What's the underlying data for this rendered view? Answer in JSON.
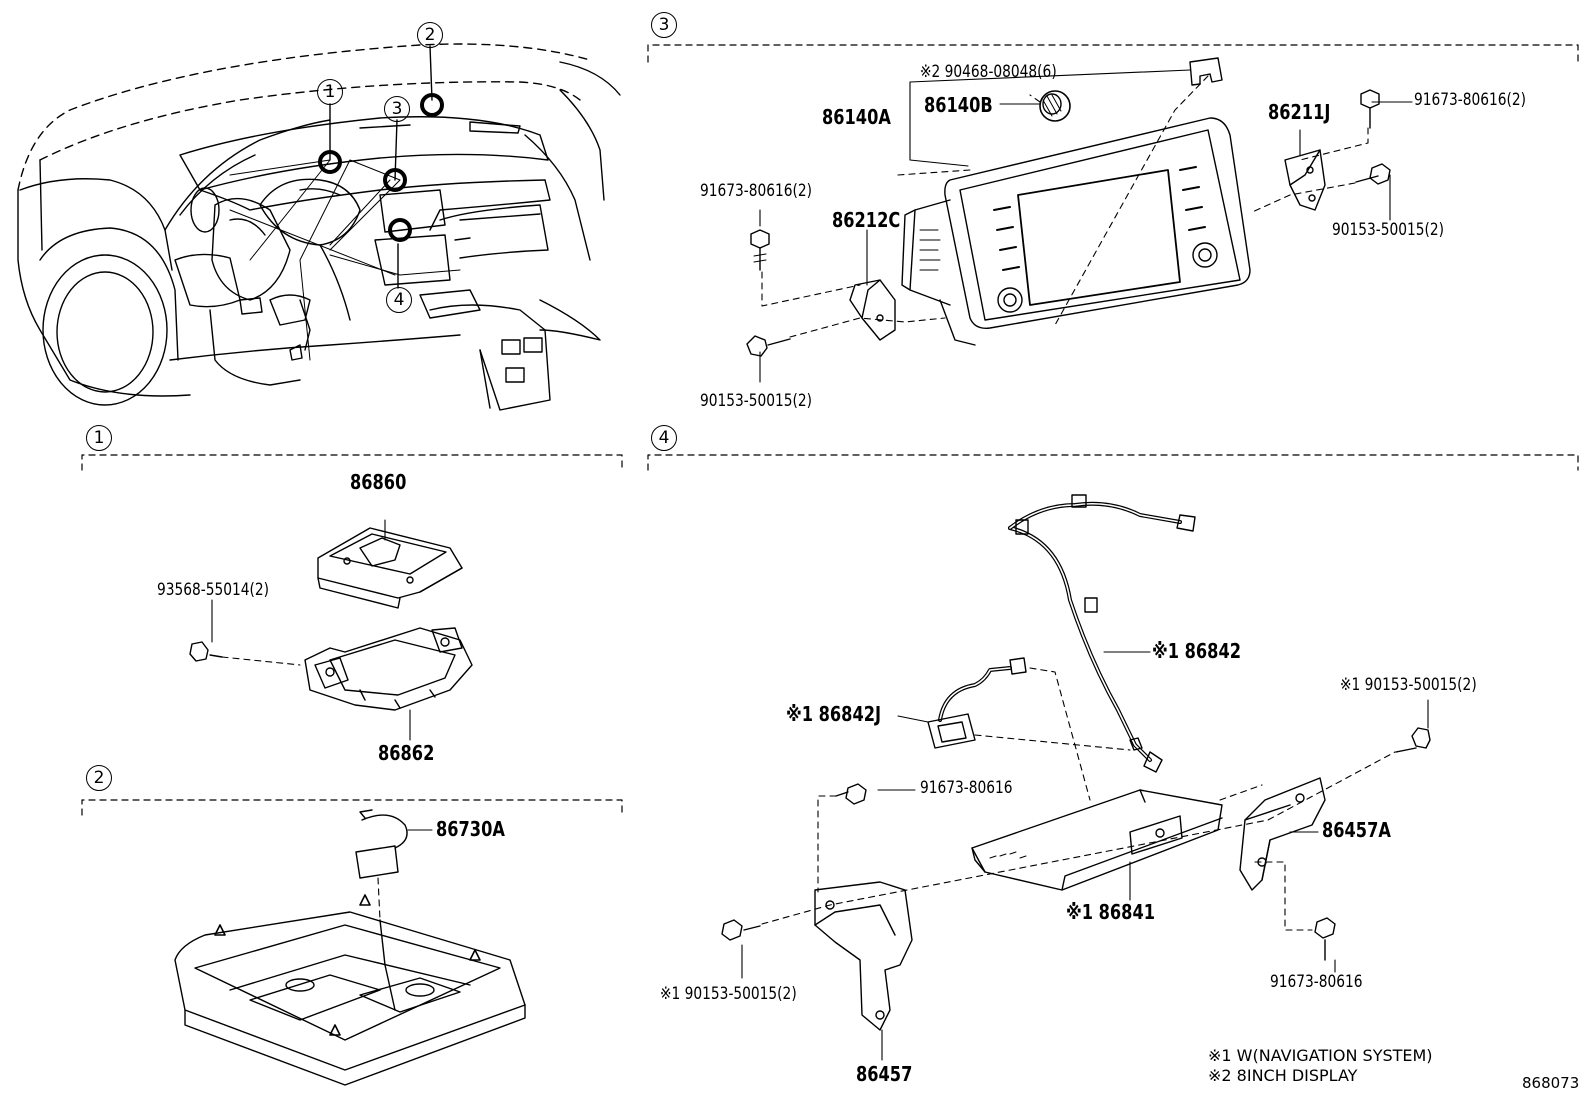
{
  "sections": {
    "s1": "1",
    "s2": "2",
    "s3": "3",
    "s4": "4"
  },
  "overview": {
    "callouts": [
      "1",
      "2",
      "3",
      "4"
    ]
  },
  "section1": {
    "parts": [
      "86860",
      "93568-55014(2)",
      "86862"
    ]
  },
  "section2": {
    "parts": [
      "86730A"
    ]
  },
  "section3": {
    "parts": [
      "※2 90468-08048(6)",
      "86140A",
      "86140B",
      "86211J",
      "91673-80616(2)",
      "91673-80616(2)",
      "86212C",
      "90153-50015(2)",
      "90153-50015(2)"
    ]
  },
  "section4": {
    "parts": [
      "※1 86842",
      "※1 86842J",
      "※1 90153-50015(2)",
      "91673-80616",
      "86457A",
      "※1 86841",
      "91673-80616",
      "※1 90153-50015(2)",
      "86457"
    ]
  },
  "notes": [
    "※1 W(NAVIGATION SYSTEM)",
    "※2 8INCH DISPLAY"
  ],
  "figure_number": "868073"
}
